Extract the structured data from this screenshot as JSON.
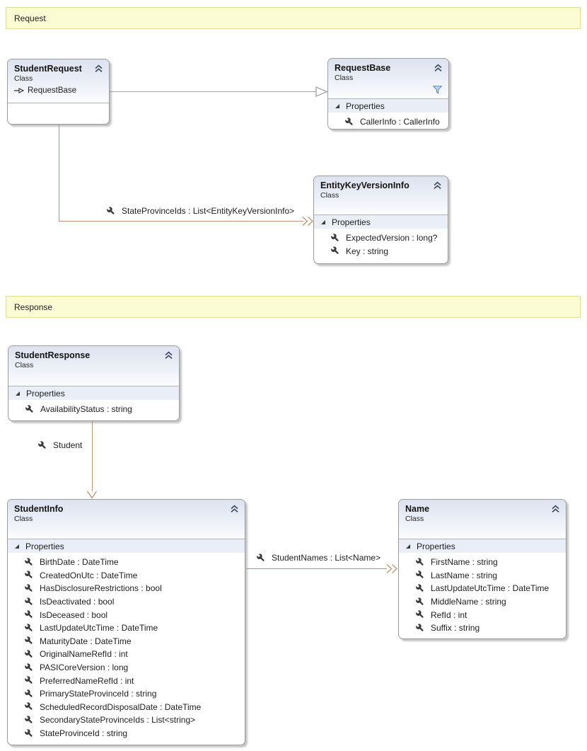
{
  "banners": {
    "request": "Request",
    "response": "Response"
  },
  "classes": {
    "student_request": {
      "name": "StudentRequest",
      "kind": "Class",
      "base": "RequestBase"
    },
    "request_base": {
      "name": "RequestBase",
      "kind": "Class",
      "section": "Properties",
      "properties": [
        "CallerInfo : CallerInfo"
      ]
    },
    "entity_key_version_info": {
      "name": "EntityKeyVersionInfo",
      "kind": "Class",
      "section": "Properties",
      "properties": [
        "ExpectedVersion : long?",
        "Key : string"
      ]
    },
    "student_response": {
      "name": "StudentResponse",
      "kind": "Class",
      "section": "Properties",
      "properties": [
        "AvailabilityStatus : string"
      ]
    },
    "student_info": {
      "name": "StudentInfo",
      "kind": "Class",
      "section": "Properties",
      "properties": [
        "BirthDate : DateTime",
        "CreatedOnUtc : DateTime",
        "HasDisclosureRestrictions : bool",
        "IsDeactivated : bool",
        "IsDeceased : bool",
        "LastUpdateUtcTime : DateTime",
        "MaturityDate : DateTime",
        "OriginalNameRefId : int",
        "PASICoreVersion : long",
        "PreferredNameRefId : int",
        "PrimaryStateProvinceId : string",
        "ScheduledRecordDisposalDate : DateTime",
        "SecondaryStateProvinceIds : List<string>",
        "StateProvinceId : string"
      ]
    },
    "name": {
      "name": "Name",
      "kind": "Class",
      "section": "Properties",
      "properties": [
        "FirstName : string",
        "LastName : string",
        "LastUpdateUtcTime : DateTime",
        "MiddleName : string",
        "RefId : int",
        "Suffix : string"
      ]
    }
  },
  "associations": {
    "state_province_ids": {
      "label": "StateProvinceIds : List<EntityKeyVersionInfo>"
    },
    "student": {
      "label": "Student"
    },
    "student_names": {
      "label": "StudentNames : List<Name>"
    }
  },
  "colors": {
    "association": "#bf9173",
    "inheritance": "#a4a4a4",
    "banner_fill": "#fbfbd4",
    "banner_border": "#dfdf9a",
    "header_top": "#dce2ef",
    "section_band": "#e9eef7"
  }
}
